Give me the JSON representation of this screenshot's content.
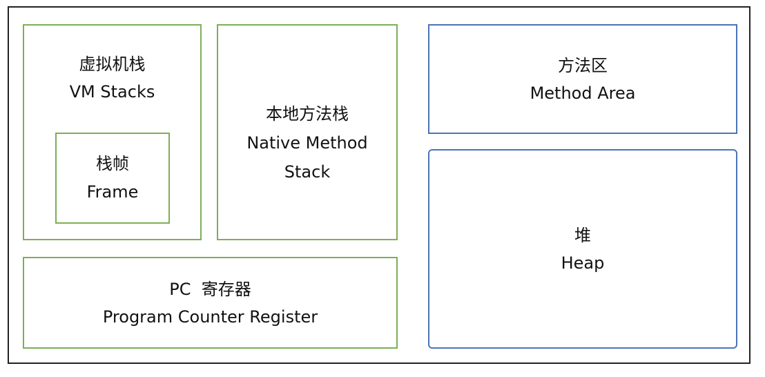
{
  "diagram": {
    "vm_stacks": {
      "label_zh": "虚拟机栈",
      "label_en": "VM Stacks",
      "frame": {
        "label_zh": "栈帧",
        "label_en": "Frame"
      }
    },
    "native_method_stack": {
      "label_zh": "本地方法栈",
      "label_en_line1": "Native Method",
      "label_en_line2": "Stack"
    },
    "pc_register": {
      "label_zh": "PC  寄存器",
      "label_en": "Program Counter Register"
    },
    "method_area": {
      "label_zh": "方法区",
      "label_en": "Method Area"
    },
    "heap": {
      "label_zh": "堆",
      "label_en": "Heap"
    },
    "colors": {
      "thread_private_border": "#7daf55",
      "shared_border": "#4a74b4",
      "outer_border": "#222222"
    }
  }
}
